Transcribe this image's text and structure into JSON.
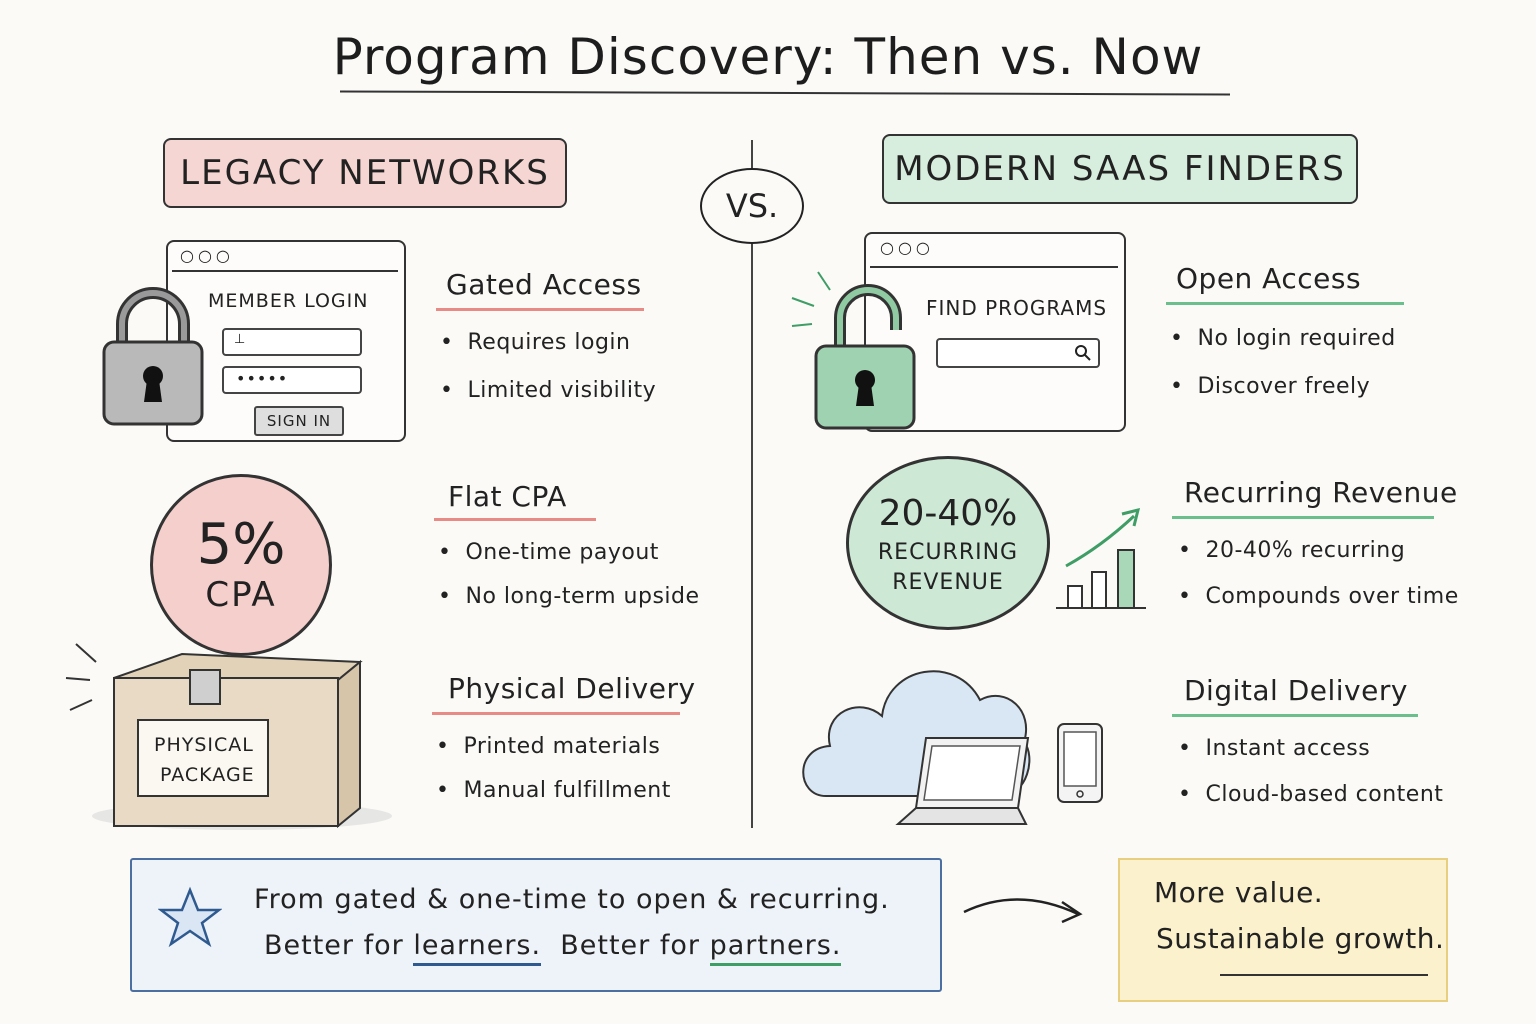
{
  "title": "Program Discovery: Then vs. Now",
  "vs_label": "VS.",
  "legacy": {
    "header": "LEGACY NETWORKS",
    "login_window": {
      "heading": "MEMBER LOGIN",
      "password_mask": "•••••",
      "button": "SIGN IN"
    },
    "features": [
      {
        "title": "Gated Access",
        "bullets": [
          "Requires login",
          "Limited visibility"
        ]
      },
      {
        "title": "Flat CPA",
        "bullets": [
          "One-time payout",
          "No long-term upside"
        ]
      },
      {
        "title": "Physical Delivery",
        "bullets": [
          "Printed materials",
          "Manual fulfillment"
        ]
      }
    ],
    "badge": {
      "value": "5%",
      "label": "CPA"
    },
    "package_label": [
      "PHYSICAL",
      "PACKAGE"
    ]
  },
  "modern": {
    "header": "MODERN SAAS FINDERS",
    "search_window": {
      "heading": "FIND PROGRAMS"
    },
    "features": [
      {
        "title": "Open Access",
        "bullets": [
          "No login required",
          "Discover freely"
        ]
      },
      {
        "title": "Recurring Revenue",
        "bullets": [
          "20-40% recurring",
          "Compounds over time"
        ]
      },
      {
        "title": "Digital Delivery",
        "bullets": [
          "Instant access",
          "Cloud-based content"
        ]
      }
    ],
    "badge": {
      "value": "20-40%",
      "line1": "RECURRING",
      "line2": "REVENUE"
    }
  },
  "summary": {
    "line1": "From gated & one-time to open & recurring.",
    "line2_a": "Better for ",
    "line2_b": "learners.",
    "line2_c": "  Better for ",
    "line2_d": "partners."
  },
  "note": {
    "line1": "More value.",
    "line2": "Sustainable growth."
  },
  "colors": {
    "legacy": "#f6d6d3",
    "modern": "#d7eddd",
    "summary": "#eef3fa",
    "note": "#fbf1cc"
  },
  "icons": [
    "lock-icon",
    "unlock-icon",
    "search-icon",
    "package-icon",
    "bar-chart-icon",
    "cloud-icon",
    "laptop-icon",
    "phone-icon",
    "star-icon",
    "arrow-icon"
  ]
}
